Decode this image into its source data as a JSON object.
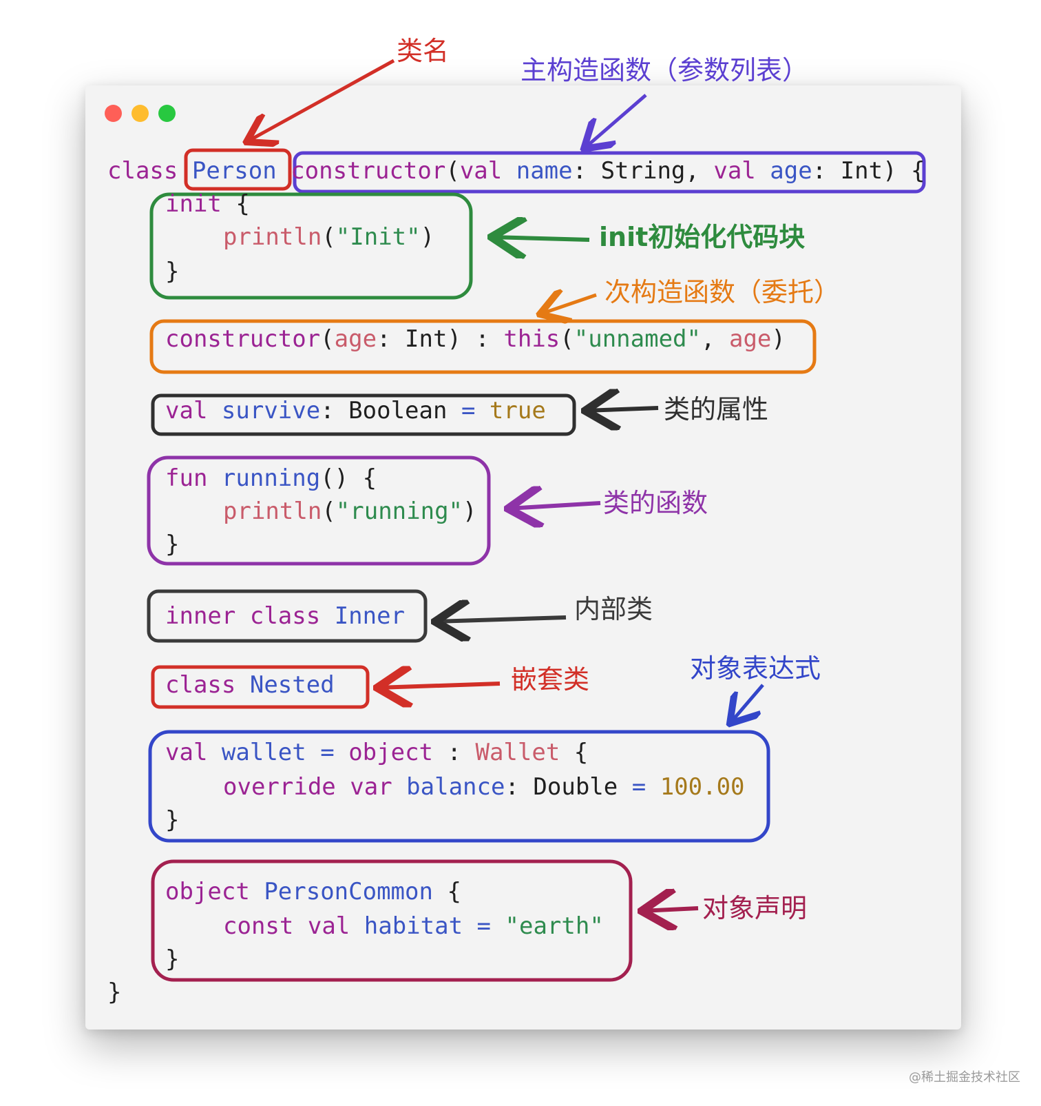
{
  "code": {
    "class_kw": "class",
    "class_name": "Person",
    "primary_constructor": {
      "constructor_kw": "constructor",
      "open_paren": "(",
      "val1": "val",
      "name": "name",
      "colon1": ":",
      "string_type": "String,",
      "val2": "val",
      "age": "age",
      "colon2": ":",
      "int_type": "Int)"
    },
    "open_brace": "{",
    "init_block": {
      "init_kw": "init",
      "brace_open": "{",
      "println": "println",
      "paren_open": "(",
      "string": "\"Init\"",
      "paren_close": ")",
      "brace_close": "}"
    },
    "secondary_constructor": {
      "constructor_kw": "constructor",
      "paren_open": "(",
      "age": "age",
      "colon": ":",
      "int_type": "Int)",
      "colon_sep": ":",
      "this_kw": "this",
      "paren_open2": "(",
      "string": "\"unnamed\"",
      "comma": ",",
      "age_ref": "age",
      "paren_close": ")"
    },
    "property": {
      "val_kw": "val",
      "name": "survive",
      "colon": ":",
      "type": "Boolean",
      "equals": "=",
      "value": "true"
    },
    "function": {
      "fun_kw": "fun",
      "name": "running",
      "parens": "()",
      "brace_open": "{",
      "println": "println",
      "paren_open": "(",
      "string": "\"running\"",
      "paren_close": ")",
      "brace_close": "}"
    },
    "inner_class": {
      "inner_kw": "inner",
      "class_kw": "class",
      "name": "Inner"
    },
    "nested_class": {
      "class_kw": "class",
      "name": "Nested"
    },
    "object_expression": {
      "val_kw": "val",
      "name": "wallet",
      "equals": "=",
      "object_kw": "object",
      "colon": ":",
      "type": "Wallet",
      "brace_open": "{",
      "override_kw": "override",
      "var_kw": "var",
      "prop": "balance",
      "colon2": ":",
      "prop_type": "Double",
      "equals2": "=",
      "value": "100.00",
      "brace_close": "}"
    },
    "object_declaration": {
      "object_kw": "object",
      "name": "PersonCommon",
      "brace_open": "{",
      "const_kw": "const",
      "val_kw": "val",
      "prop": "habitat",
      "equals": "=",
      "value": "\"earth\"",
      "brace_close": "}"
    },
    "close_brace": "}"
  },
  "annotations": {
    "class_name": "类名",
    "primary_constructor": "主构造函数（参数列表）",
    "init_block": "init初始化代码块",
    "secondary_constructor": "次构造函数（委托）",
    "property": "类的属性",
    "function": "类的函数",
    "inner_class": "内部类",
    "nested_class": "嵌套类",
    "object_expression": "对象表达式",
    "object_declaration": "对象声明"
  },
  "colors": {
    "class_name": "#d22f27",
    "primary_constructor": "#5b3fd1",
    "init_block": "#2e8b3e",
    "secondary_constructor": "#e57a14",
    "property": "#2f2f2f",
    "function": "#8e33a8",
    "inner_class": "#3a3a3a",
    "nested_class": "#d22f27",
    "object_expression": "#3346c9",
    "object_declaration": "#a3204f"
  },
  "watermark": "@稀土掘金技术社区"
}
